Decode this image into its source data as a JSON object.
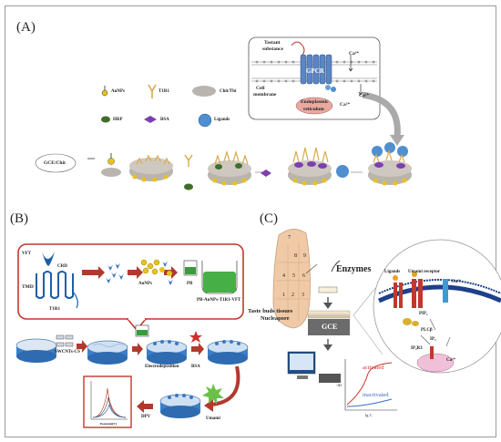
{
  "panels": {
    "a": {
      "letter": "(A)",
      "legend": {
        "aunps": "AuNPs",
        "t1r1": "T1R1",
        "chit_thi": "Chit/Thi",
        "hrp": "HRP",
        "bsa": "BSA",
        "ligands": "Ligands"
      },
      "inset": {
        "tastant": "Tastant",
        "substance": "substance",
        "gpcr": "GPCR",
        "cell": "Cell",
        "membrane": "membrane",
        "er_1": "Endoplasmic",
        "er_2": "reticulum",
        "ca_1": "Ca²⁺",
        "ca_2": "Ca²⁺",
        "ca_3": "Ca²⁺"
      },
      "electrode_label": "GCE/Chit"
    },
    "b": {
      "letter": "(B)",
      "vft": "VFT",
      "crd": "CRD",
      "tmd": "TMD",
      "t1r1": "T1R1",
      "aunps": "AuNPs",
      "pb": "PB",
      "product": "PB-AuNPs-T1R1-VFT",
      "swcnts": "SWCNTs-CS",
      "electrodeposition": "Electrodeposition",
      "bsa": "BSA",
      "umami": "Umami",
      "dpv": "DPV",
      "plot_x": "Potential(V)",
      "plot_y": "Current"
    },
    "c": {
      "letter": "(C)",
      "enzymes": "Enzymes",
      "tongue_numbers": [
        "7",
        "8",
        "9",
        "4",
        "5",
        "6",
        "1",
        "2",
        "3"
      ],
      "taste_buds": "Taste buds tissues",
      "nucleapore": "Nucleapore",
      "gce": "GCE",
      "ligands": "Ligands",
      "umami_receptor": "Umami receptor",
      "pip2": "PIP₂",
      "plcb": "PLCβ",
      "ip3r3": "IP₃R3",
      "ip3": "IP₃",
      "ca_1": "Ca²⁺",
      "ca_2": "Ca²⁺",
      "activated": "activated",
      "inactivated": "inactivated",
      "ylabel": "-ΔI",
      "xlabel": "lg C"
    }
  },
  "colors": {
    "border": "#9a9a9a",
    "gold": "#e8c21a",
    "receptor": "#d9a94a",
    "disk": "#b9b4ae",
    "hrp": "#3d6e2a",
    "bsa": "#7d3fb0",
    "ligand": "#4f8fd0",
    "b_box": "#c0392b",
    "b_blue": "#1d5fa6",
    "c_red": "#d0312d",
    "c_blue": "#3a6fc4"
  }
}
